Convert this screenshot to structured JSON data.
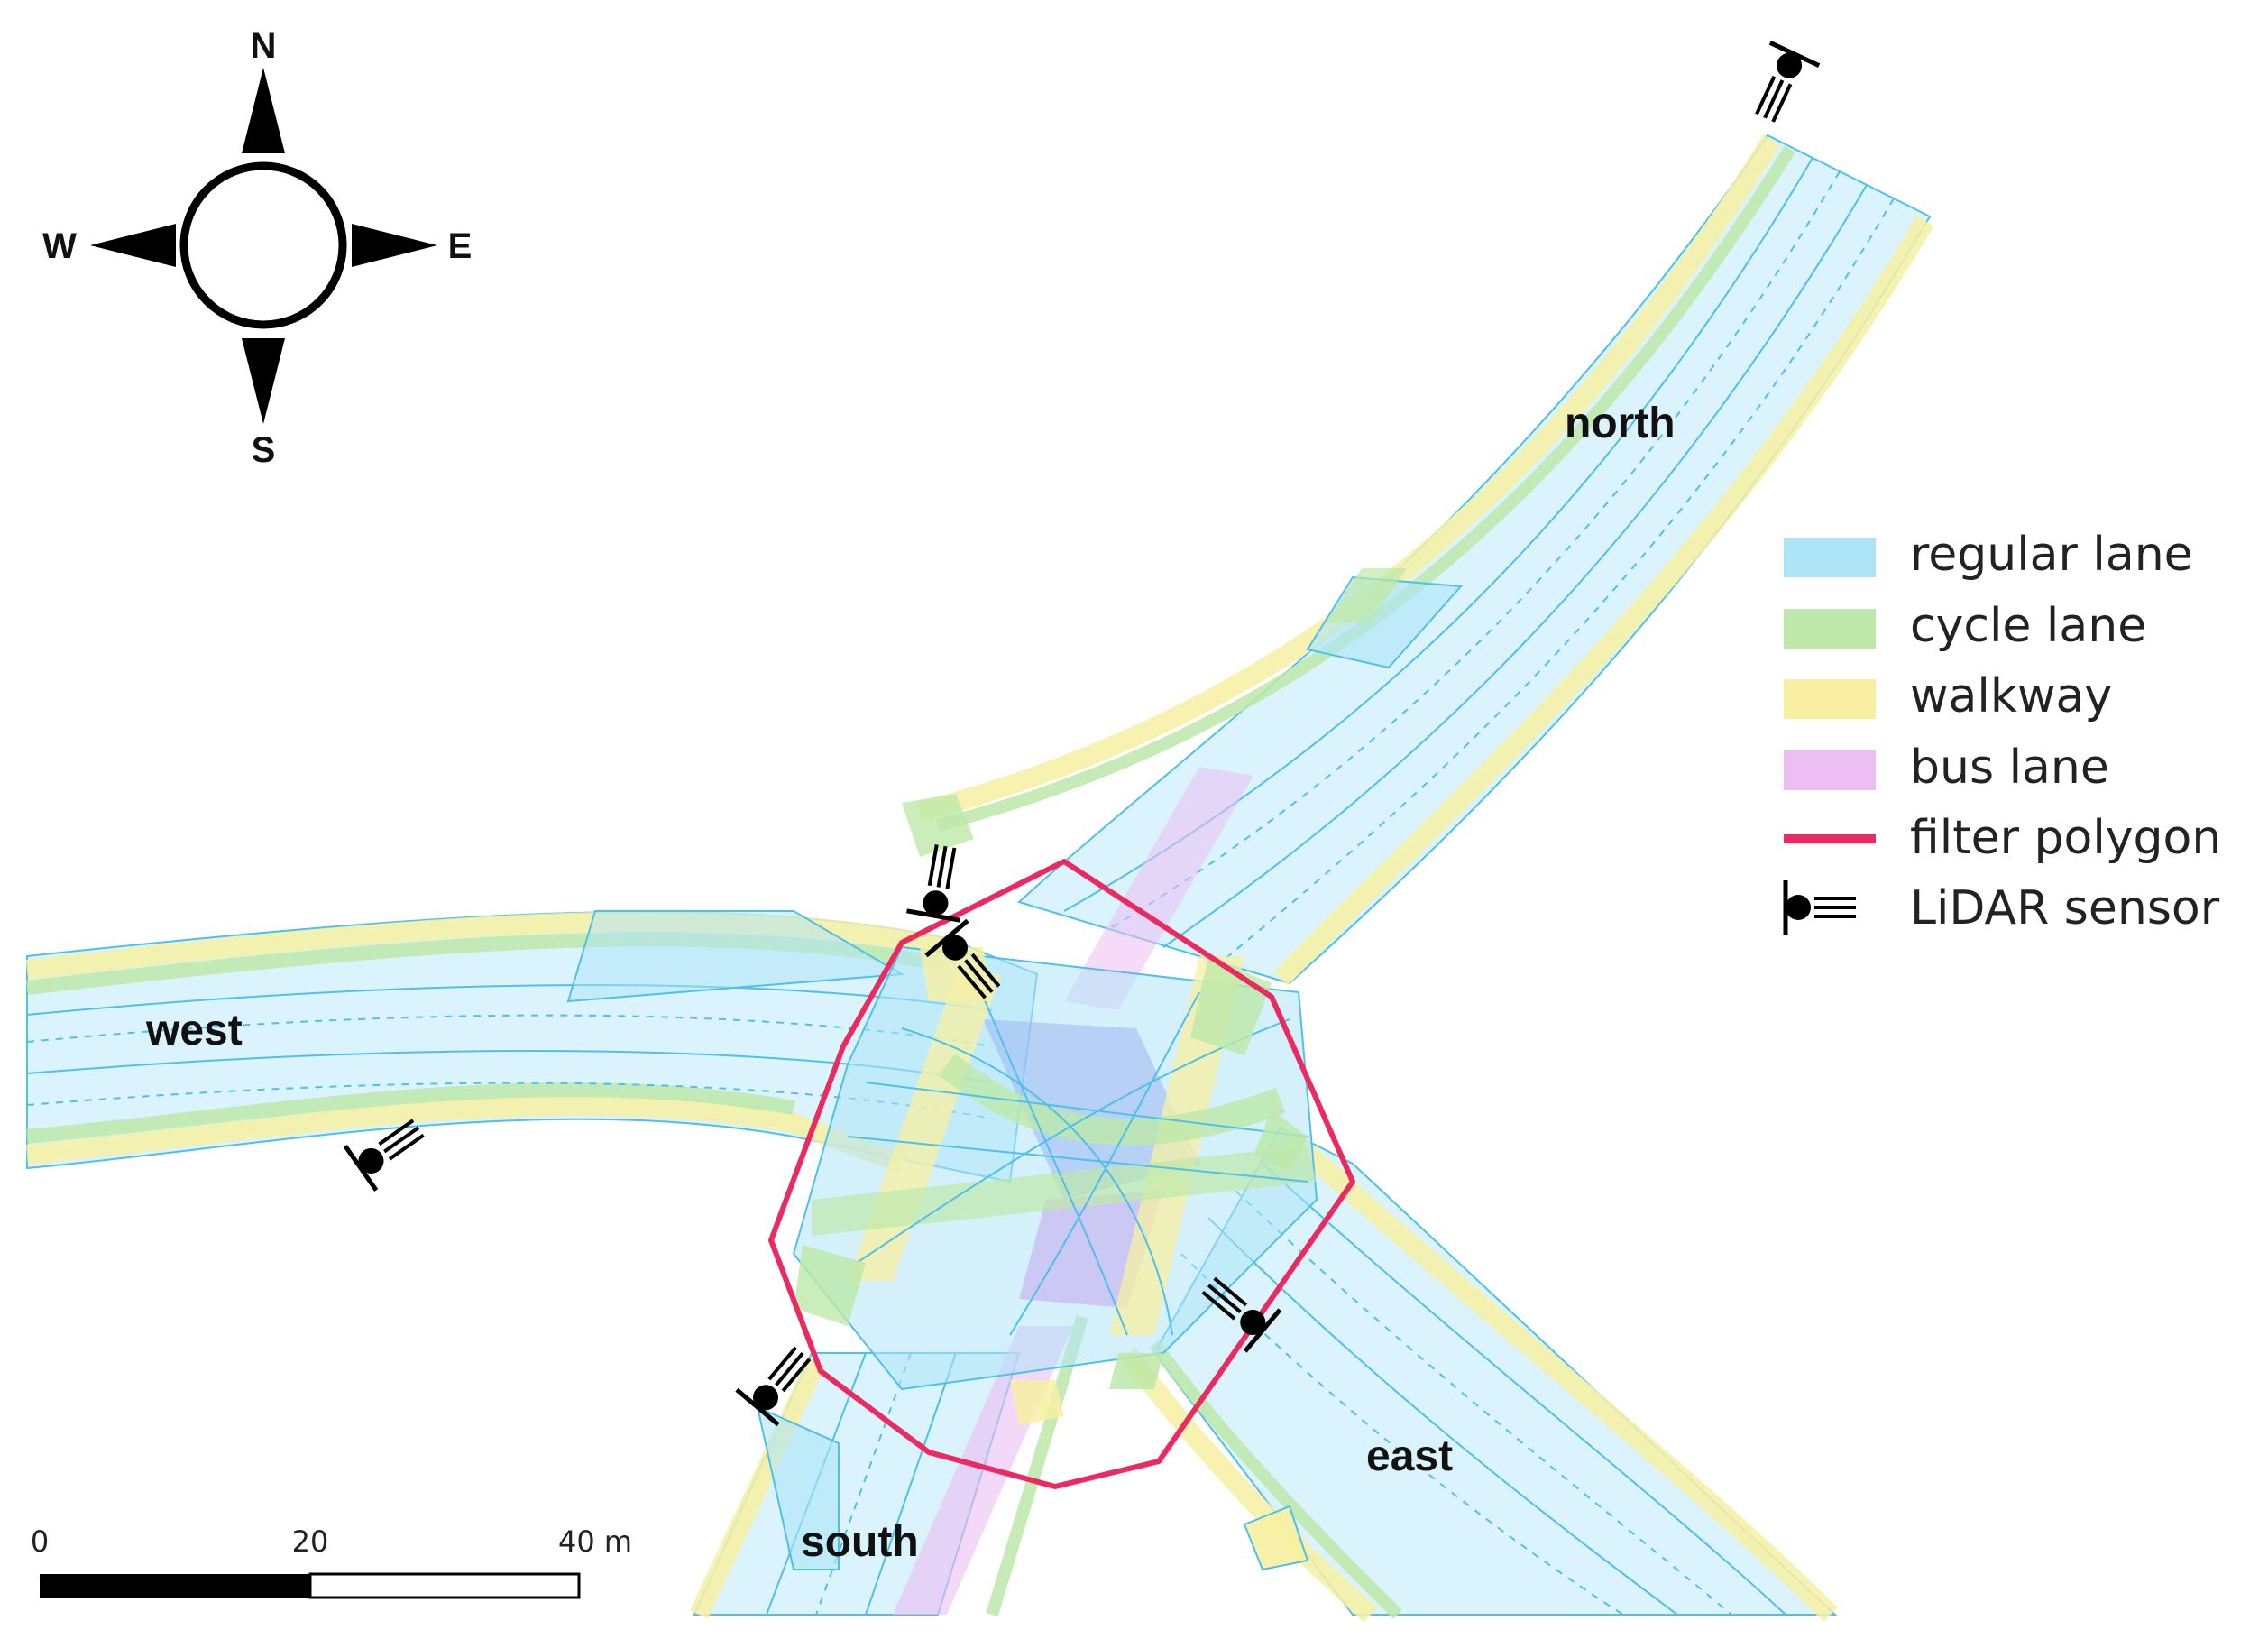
{
  "compass": {
    "north": "N",
    "south": "S",
    "east": "E",
    "west": "W"
  },
  "region_labels": {
    "north": "north",
    "west": "west",
    "south": "south",
    "east": "east"
  },
  "legend": {
    "items": [
      {
        "label": "regular lane",
        "color": "#aee4f8"
      },
      {
        "label": "cycle lane",
        "color": "#bde8a9"
      },
      {
        "label": "walkway",
        "color": "#f7f0a2"
      },
      {
        "label": "bus lane",
        "color": "#ecbef3"
      },
      {
        "label": "filter polygon",
        "color": "#ec2a62"
      },
      {
        "label": "LiDAR sensor",
        "color": "#000000"
      }
    ]
  },
  "scale_bar": {
    "tick_0": "0",
    "tick_1": "20",
    "tick_2": "40 m"
  },
  "colors": {
    "regular_lane": "#aee4f8",
    "lane_line": "#4fc0e8",
    "cycle_lane": "#bde8a9",
    "walkway": "#f7f0a2",
    "bus_lane": "#ecbef3",
    "filter_polygon": "#ec2a62",
    "sensor": "#000000"
  }
}
